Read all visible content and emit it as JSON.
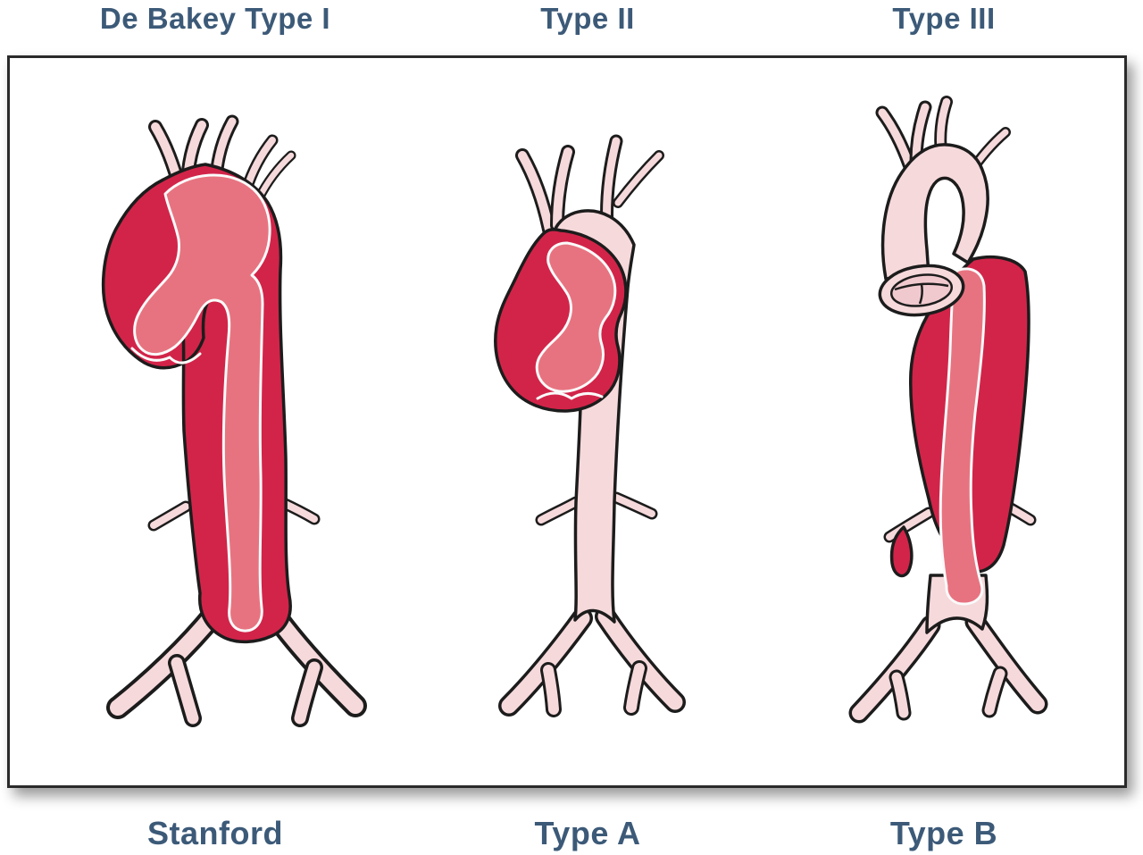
{
  "diagram": {
    "title_semantic": "aortic-dissection-classification",
    "labels": {
      "top": [
        "De Bakey Type I",
        "Type II",
        "Type III"
      ],
      "bottom": [
        "Stanford",
        "Type A",
        "Type B"
      ]
    },
    "figures": [
      {
        "id": "debakey-type-1",
        "top_label": "De Bakey Type I",
        "bottom_label": "Stanford",
        "depicts": "dissection of ascending aorta, arch and descending aorta to iliac bifurcation"
      },
      {
        "id": "debakey-type-2",
        "top_label": "Type II",
        "bottom_label": "Type A",
        "depicts": "dissection confined to ascending aorta, normal arch and descending aorta"
      },
      {
        "id": "debakey-type-3",
        "top_label": "Type III",
        "bottom_label": "Type B",
        "depicts": "normal ascending aorta and arch, dissection of descending aorta"
      }
    ],
    "colors": {
      "false_lumen": "#d22449",
      "true_lumen": "#e87380",
      "normal_vessel": "#f6d9db",
      "vessel_inner": "#f0c9ce",
      "outline": "#1c1c1c",
      "white_line": "#fafafa",
      "label_text": "#3c5a78",
      "panel_border": "#2a2a2a",
      "background": "#ffffff"
    }
  }
}
